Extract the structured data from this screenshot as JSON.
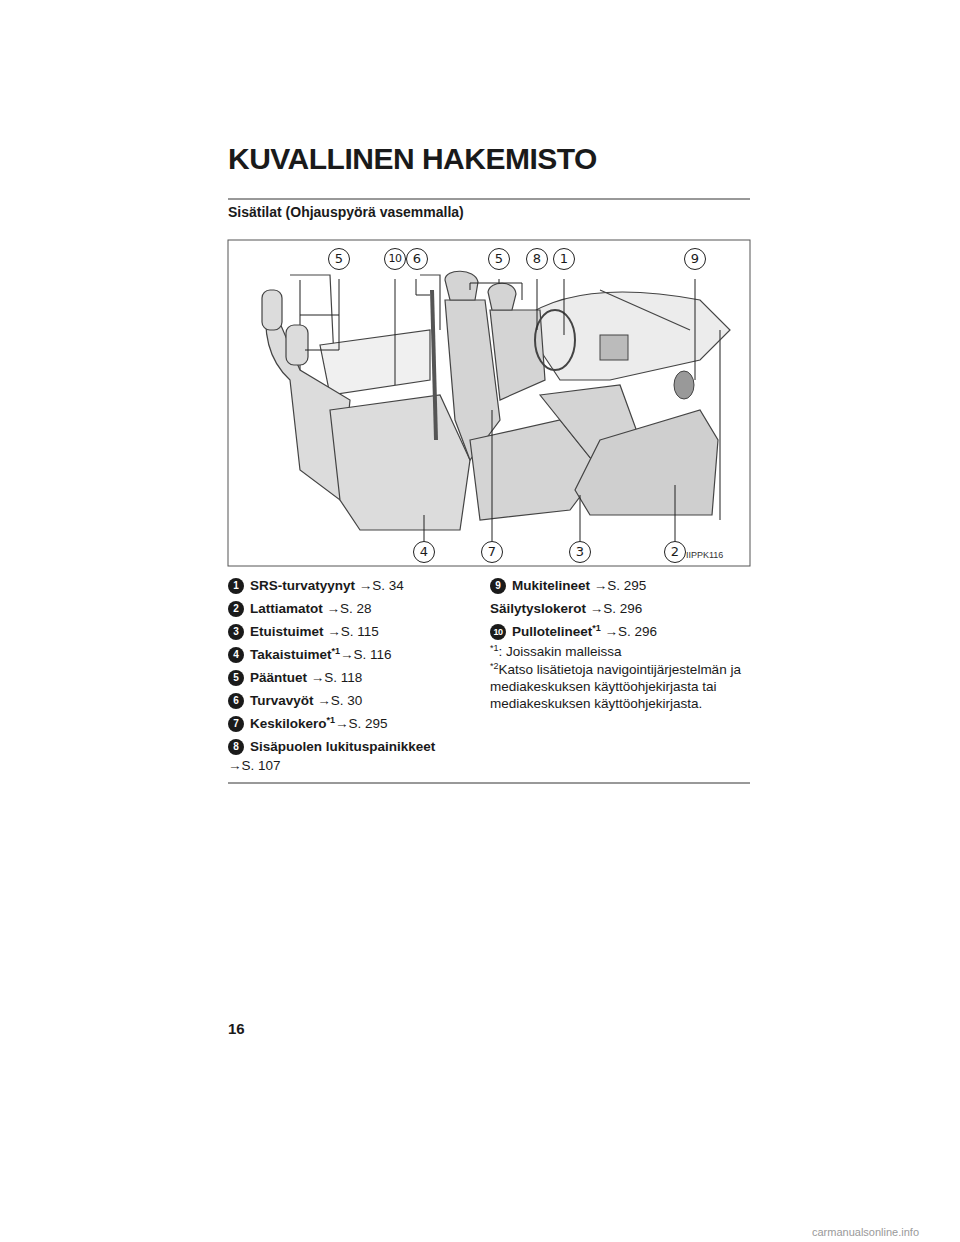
{
  "diagram": {
    "title": "KUVALLINEN HAKEMISTO",
    "labels": [
      "Sisätilat (Ohjauspyörä vasemmalla)",
      "5",
      "10",
      "6",
      "5",
      "8",
      "1",
      "9",
      "4",
      "7",
      "3",
      "2",
      "IIPPK116",
      "1",
      "SRS-turvatyynyt",
      "→S. 34",
      "2",
      "Lattiamatot",
      "→S. 28",
      "3",
      "Etuistuimet",
      "→S. 115",
      "4",
      "Takaistuimet",
      "*1",
      "→S. 116",
      "5",
      "Pääntuet",
      "→S. 118",
      "6",
      "Turvavyöt",
      "→S. 30",
      "7",
      "Keskilokero",
      "*1",
      "→S. 295",
      "8",
      "Sisäpuolen lukituspainikkeet",
      "→S. 107",
      "9",
      "Mukitelineet",
      "→S. 295",
      "Säilytyslokerot",
      "→S. 296",
      "10",
      "Pullotelineet",
      "*1",
      "→S. 296",
      "*1",
      ": Joissakin malleissa",
      "*2",
      "Katso lisätietoja navigointijärjestelmän ja mediakeskuksen käyttöohjekirjasta tai mediakeskuksen käyttöohjekirjasta.",
      "16",
      "carmanualsonline.info"
    ]
  }
}
